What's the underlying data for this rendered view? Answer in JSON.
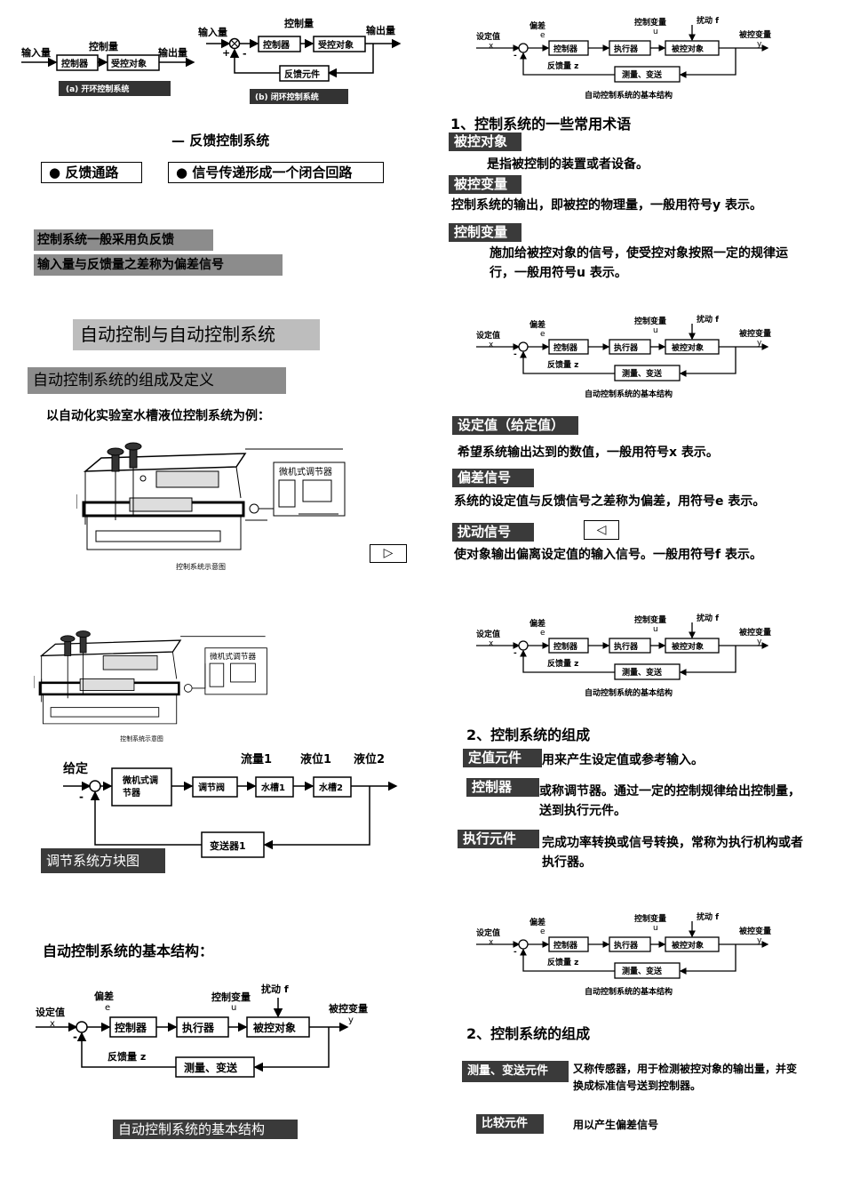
{
  "left": {
    "open_loop": {
      "input": "输入量",
      "controlled": "控制量",
      "output": "输出量",
      "controller": "控制器",
      "plant": "受控对象",
      "caption": "(a) 开环控制系统"
    },
    "closed_loop": {
      "input": "输入量",
      "controlled": "控制量",
      "output": "输出量",
      "controller": "控制器",
      "plant": "受控对象",
      "feedback": "反馈元件",
      "plus": "+",
      "minus": "-",
      "caption": "(b) 闭环控制系统"
    },
    "feedback_heading": "— 反馈控制系统",
    "bullets": [
      "反馈通路",
      "信号传递形成一个闭合回路"
    ],
    "notes": [
      "控制系统一般采用负反馈",
      "输入量与反馈量之差称为偏差信号"
    ],
    "main_title": "自动控制与自动控制系统",
    "sub_title": "自动控制系统的组成及定义",
    "example_text": "以自动化实验室水槽液位控制系统为例：",
    "apparatus": {
      "regulator": "微机式调节器",
      "caption": "控制系统示意图"
    },
    "loop": {
      "setpoint": "给定",
      "flow": "流量1",
      "level1": "液位1",
      "level2": "液位2",
      "regulator": "微机式调节器",
      "valve": "调节阀",
      "tank1": "水槽1",
      "tank2": "水槽2",
      "transmitter": "变送器1",
      "minus": "-",
      "caption": "调节系统方块图"
    },
    "basic_structure_heading": "自动控制系统的基本结构：",
    "basic_caption": "自动控制系统的基本结构"
  },
  "diagram": {
    "setpoint": "设定值",
    "x": "x",
    "error": "偏差",
    "e": "e",
    "manipulated": "控制变量",
    "u": "u",
    "disturbance": "扰动 f",
    "controlled_var": "被控变量",
    "y": "y",
    "controller": "控制器",
    "actuator": "执行器",
    "plant": "被控对象",
    "feedback": "反馈量 z",
    "measure": "测量、变送",
    "minus": "-",
    "caption": "自动控制系统的基本结构"
  },
  "right": {
    "terms_title": "1、控制系统的一些常用术语",
    "terms": [
      {
        "label": "被控对象",
        "desc": "是指被控制的装置或者设备。"
      },
      {
        "label": "被控变量",
        "desc": "控制系统的输出，即被控的物理量，一般用符号y 表示。"
      },
      {
        "label": "控制变量",
        "desc": "施加给被控对象的信号，使受控对象按照一定的规律运行，一般用符号u 表示。"
      }
    ],
    "signals": [
      {
        "label": "设定值（给定值）",
        "desc": "希望系统输出达到的数值，一般用符号x 表示。"
      },
      {
        "label": "偏差信号",
        "desc": "系统的设定值与反馈信号之差称为偏差，用符号e 表示。"
      },
      {
        "label": "扰动信号",
        "desc": "使对象输出偏离设定值的输入信号。一般用符号f 表示。"
      }
    ],
    "composition_title": "2、控制系统的组成",
    "components": [
      {
        "label": "定值元件",
        "desc": "用来产生设定值或参考输入。"
      },
      {
        "label": "控制器",
        "desc": "或称调节器。通过一定的控制规律给出控制量，送到执行元件。"
      },
      {
        "label": "执行元件",
        "desc": "完成功率转换或信号转换，常称为执行机构或者执行器。"
      }
    ],
    "composition_title2": "2、控制系统的组成",
    "components2": [
      {
        "label": "测量、变送元件",
        "desc": "又称传感器，用于检测被控对象的输出量，并变换成标准信号送到控制器。"
      },
      {
        "label": "比较元件",
        "desc": "用以产生偏差信号"
      }
    ]
  },
  "nav": {
    "next": "▷",
    "prev": "◁"
  }
}
